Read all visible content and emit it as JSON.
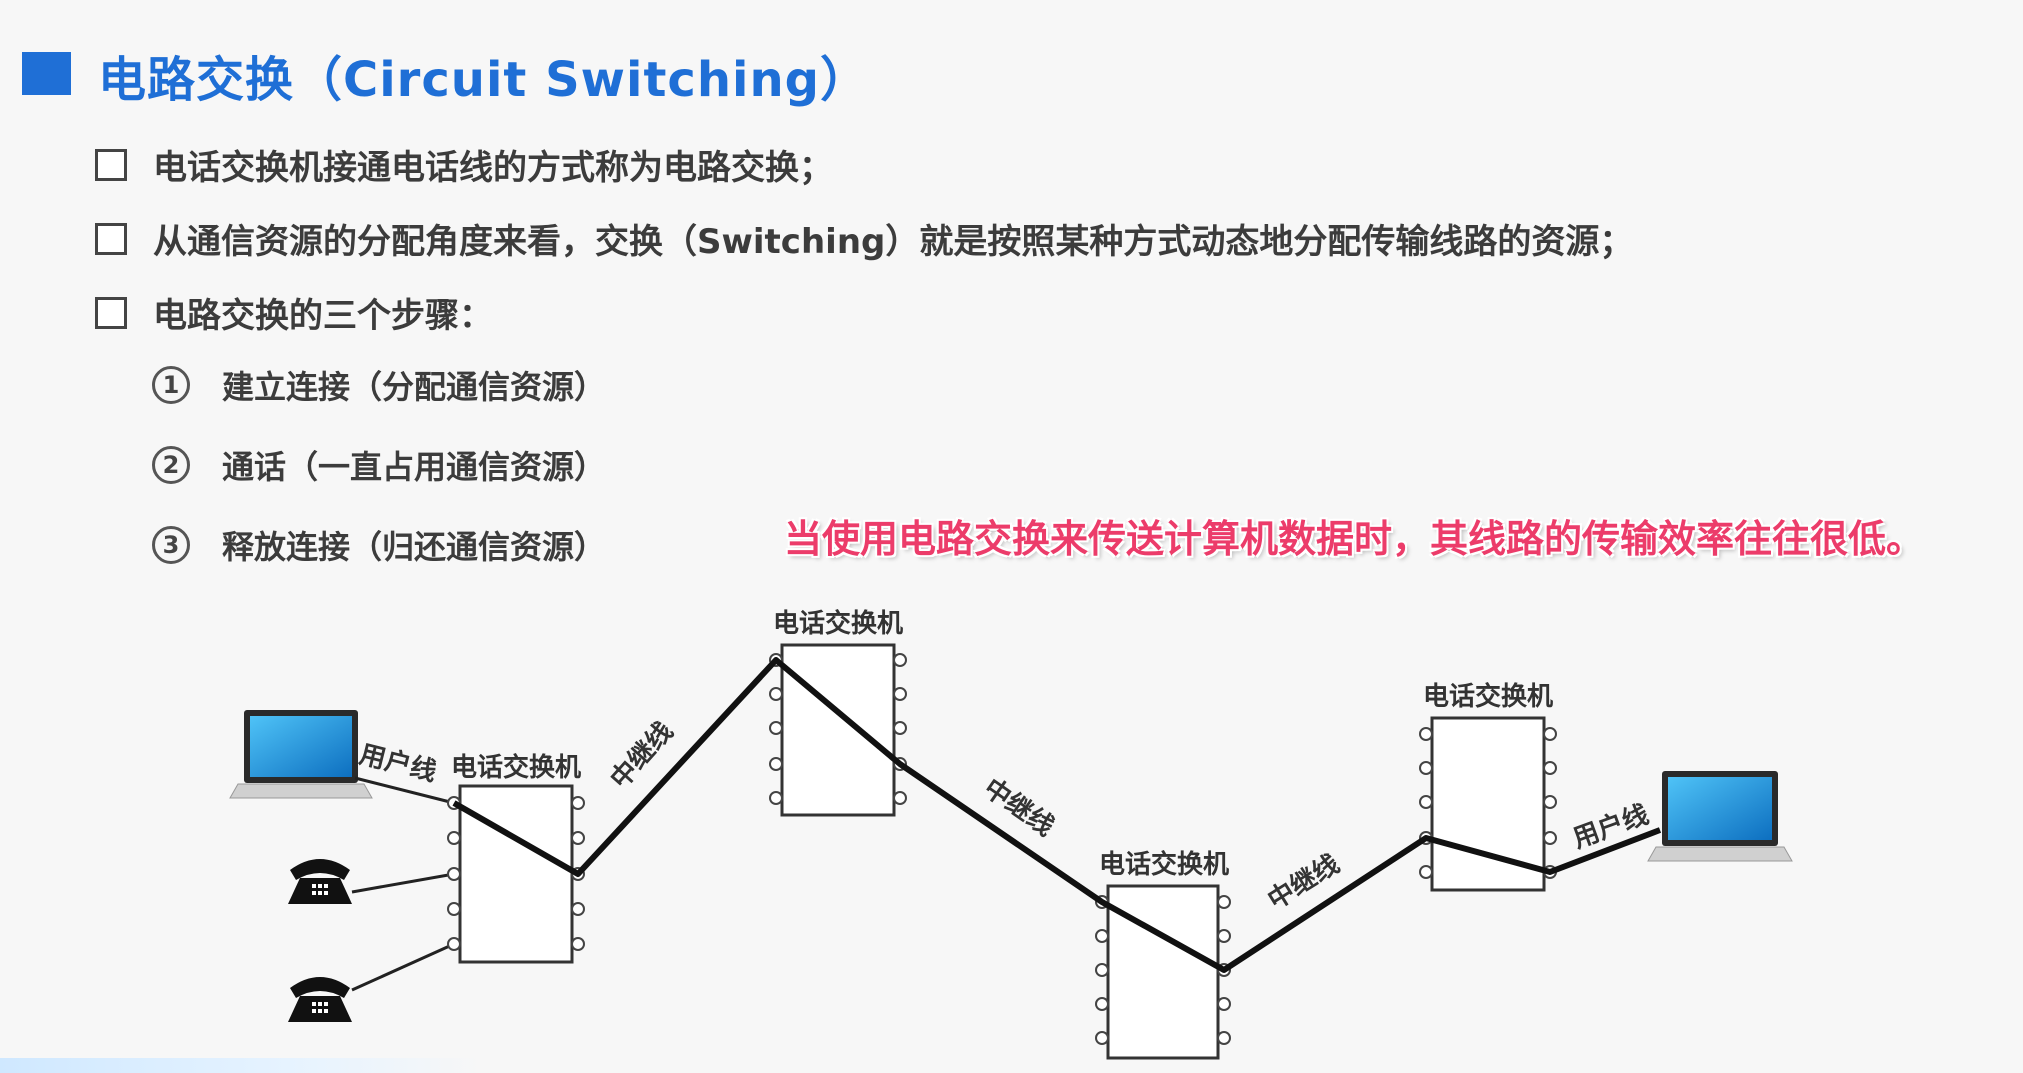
{
  "slide": {
    "title": "电路交换（Circuit Switching）",
    "bullets": [
      "电话交换机接通电话线的方式称为电路交换；",
      "从通信资源的分配角度来看，交换（Switching）就是按照某种方式动态地分配传输线路的资源；",
      "电路交换的三个步骤："
    ],
    "steps": [
      {
        "num": "1",
        "text": "建立连接（分配通信资源）"
      },
      {
        "num": "2",
        "text": "通话（一直占用通信资源）"
      },
      {
        "num": "3",
        "text": "释放连接（归还通信资源）"
      }
    ],
    "callout": "当使用电路交换来传送计算机数据时，其线路的传输效率往往很低。"
  },
  "diagram": {
    "switch_label": "电话交换机",
    "user_line_label": "用户线",
    "trunk_line_label": "中继线"
  },
  "colors": {
    "accent": "#1f6fd6",
    "callout": "#ec3c6a"
  }
}
